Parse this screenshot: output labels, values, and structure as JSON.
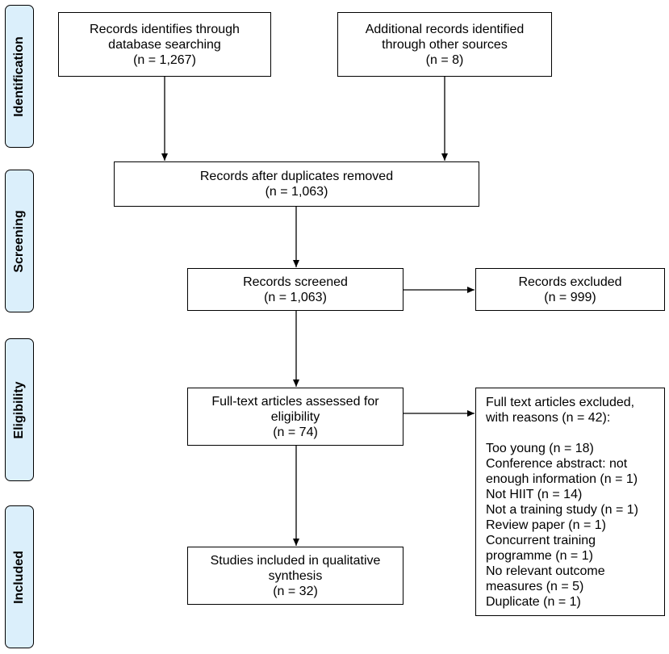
{
  "phases": {
    "identification": "Identification",
    "screening": "Screening",
    "eligibility": "Eligibility",
    "included": "Included"
  },
  "boxes": {
    "database": [
      "Records identifies through",
      "database searching",
      "(n = 1,267)"
    ],
    "other_sources": [
      "Additional records identified",
      "through other sources",
      "(n = 8)"
    ],
    "duplicates_removed": [
      "Records after duplicates removed",
      "(n = 1,063)"
    ],
    "screened": [
      "Records screened",
      "(n = 1,063)"
    ],
    "excluded": [
      "Records excluded",
      "(n = 999)"
    ],
    "fulltext_assessed": [
      "Full-text articles assessed for",
      "eligibility",
      "(n = 74)"
    ],
    "included_studies": [
      "Studies included in qualitative",
      "synthesis",
      "(n = 32)"
    ]
  },
  "fulltext_excluded": {
    "heading": [
      "Full text articles excluded,",
      "with reasons (n = 42):"
    ],
    "reasons": [
      "Too young (n = 18)",
      "Conference abstract: not",
      "enough information (n = 1)",
      "Not HIIT (n = 14)",
      "Not a training study (n = 1)",
      "Review paper (n = 1)",
      "Concurrent training",
      "programme (n = 1)",
      "No relevant outcome",
      "measures (n = 5)",
      "Duplicate (n = 1)"
    ]
  },
  "colors": {
    "phase_fill": "#dbeffb",
    "border": "#000000"
  }
}
